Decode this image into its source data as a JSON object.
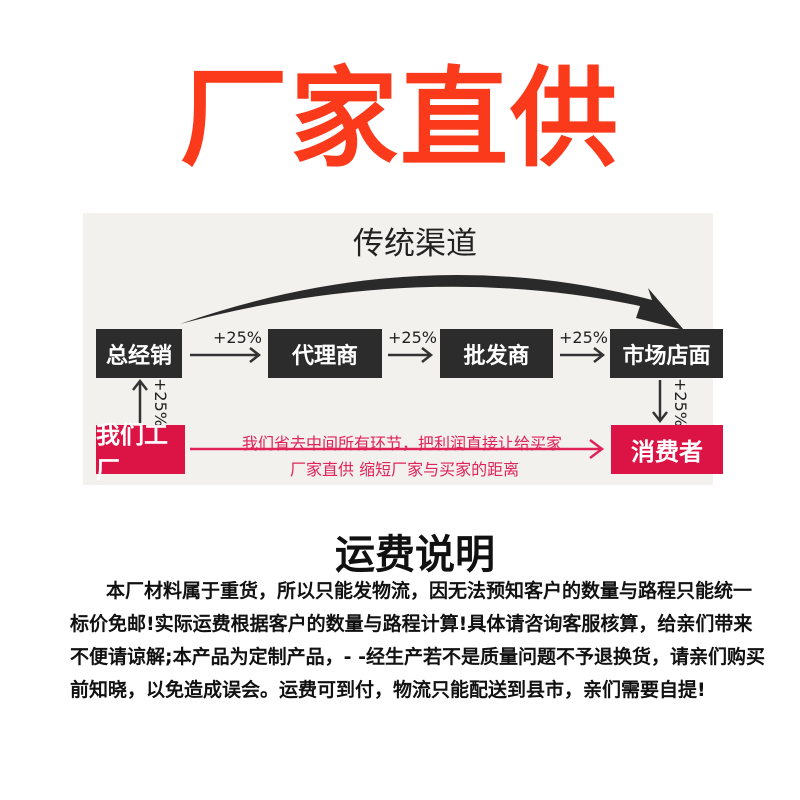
{
  "hero_title": "厂家直供",
  "diagram": {
    "channel_title": "传统渠道",
    "chain": [
      "总经销",
      "代理商",
      "批发商",
      "市场店面"
    ],
    "markup": "+25%",
    "factory": "我们工厂",
    "consumer": "消费者",
    "note_top": "我们省去中间所有环节，把利润直接让给买家",
    "note_bottom": "厂家直供 缩短厂家与买家的距离",
    "colors": {
      "dark": "#2c2c2c",
      "red": "#dc1446",
      "hero": "#fb3a1c"
    }
  },
  "shipping": {
    "title": "运费说明",
    "lines": [
      "本厂材料属于重货，所以只能发物流，因无法预知客户的数量与路程只能统一",
      "标价免邮!实际运费根据客户的数量与路程计算!具体请咨询客服核算，给亲们带来",
      "不便请谅解;本产品为定制产品，- -经生产若不是质量问题不予退换货，请亲们购买",
      "前知晓，以免造成误会。运费可到付，物流只能配送到县市，亲们需要自提!"
    ]
  }
}
